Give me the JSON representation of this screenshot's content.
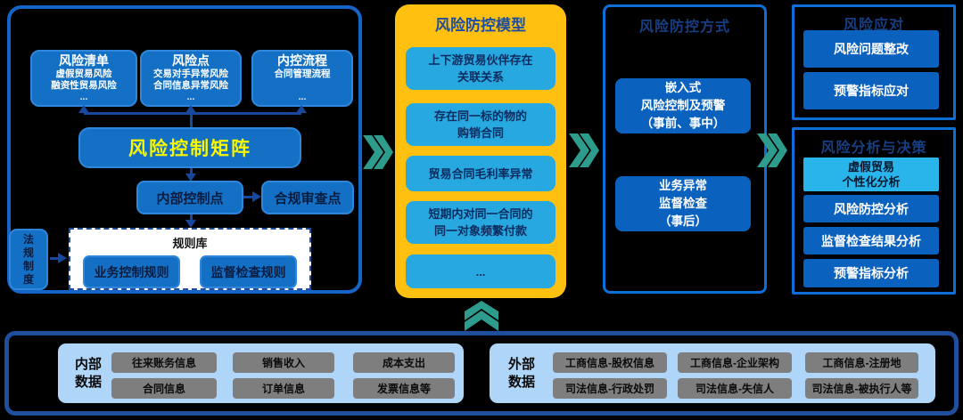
{
  "colors": {
    "background": "#000000",
    "panel_border_blue": "#1565C8",
    "bright_border_blue": "#0C6FD8",
    "box_blue": "#1470C4",
    "deep_box_blue": "#0A61BE",
    "yellow_panel": "#FFC010",
    "cyan_box": "#27A8E0",
    "highlight_cyan": "#29B4EA",
    "teal_chevron": "#2E9C8C",
    "navy_arrow": "#17479E",
    "data_panel_border": "#1F4E9C",
    "data_group_bg": "#AFD5F8",
    "gray_box": "#7E7E7E",
    "matrix_text": "#F8F800"
  },
  "left_panel": {
    "top_boxes": [
      {
        "title": "风险清单",
        "body": "虚假贸易风险\n融资性贸易风险\n..."
      },
      {
        "title": "风险点",
        "body": "交易对手异常风险\n合同信息异常风险\n..."
      },
      {
        "title": "内控流程",
        "body": "合同管理流程\n\n..."
      }
    ],
    "matrix_label": "风险控制矩阵",
    "internal_control_label": "内部控制点",
    "compliance_review_label": "合规审查点",
    "law_label": "法\n规\n制\n度",
    "rule_library": {
      "title": "规则库",
      "items": [
        "业务控制规则",
        "监督检查规则"
      ]
    }
  },
  "model_panel": {
    "title": "风险防控模型",
    "items": [
      "上下游贸易伙伴存在\n关联关系",
      "存在同一标的物的\n购销合同",
      "贸易合同毛利率异常",
      "短期内对同一合同的\n同一对象频繁付款",
      "..."
    ]
  },
  "method_panel": {
    "title": "风险防控方式",
    "items": [
      "嵌入式\n风险控制及预警\n（事前、事中）",
      "业务异常\n监督检查\n（事后）"
    ]
  },
  "response_panel": {
    "title": "风险应对",
    "items": [
      "风险问题整改",
      "预警指标应对"
    ]
  },
  "analysis_panel": {
    "title": "风险分析与决策",
    "items": [
      "虚假贸易\n个性化分析",
      "风险防控分析",
      "监督检查结果分析",
      "预警指标分析"
    ]
  },
  "data_panel": {
    "internal": {
      "label": "内部\n数据",
      "items": [
        "往来账务信息",
        "销售收入",
        "成本支出",
        "合同信息",
        "订单信息",
        "发票信息等"
      ]
    },
    "external": {
      "label": "外部\n数据",
      "items": [
        "工商信息-股权信息",
        "工商信息-企业架构",
        "工商信息-注册地",
        "司法信息-行政处罚",
        "司法信息-失信人",
        "司法信息-被执行人等"
      ]
    }
  }
}
